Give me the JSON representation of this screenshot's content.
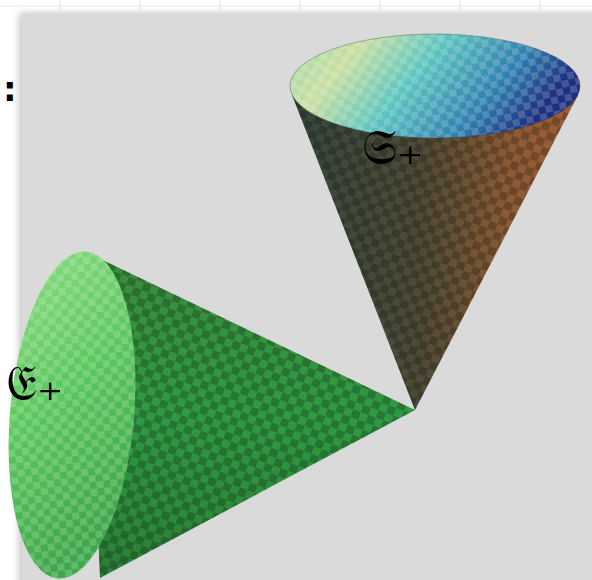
{
  "diagram": {
    "nodes": [
      {
        "text": [
          "𝔈₊"
        ]
      },
      {
        "text": [
          "𝔖₊"
        ]
      }
    ],
    "labels": [
      ":"
    ]
  }
}
